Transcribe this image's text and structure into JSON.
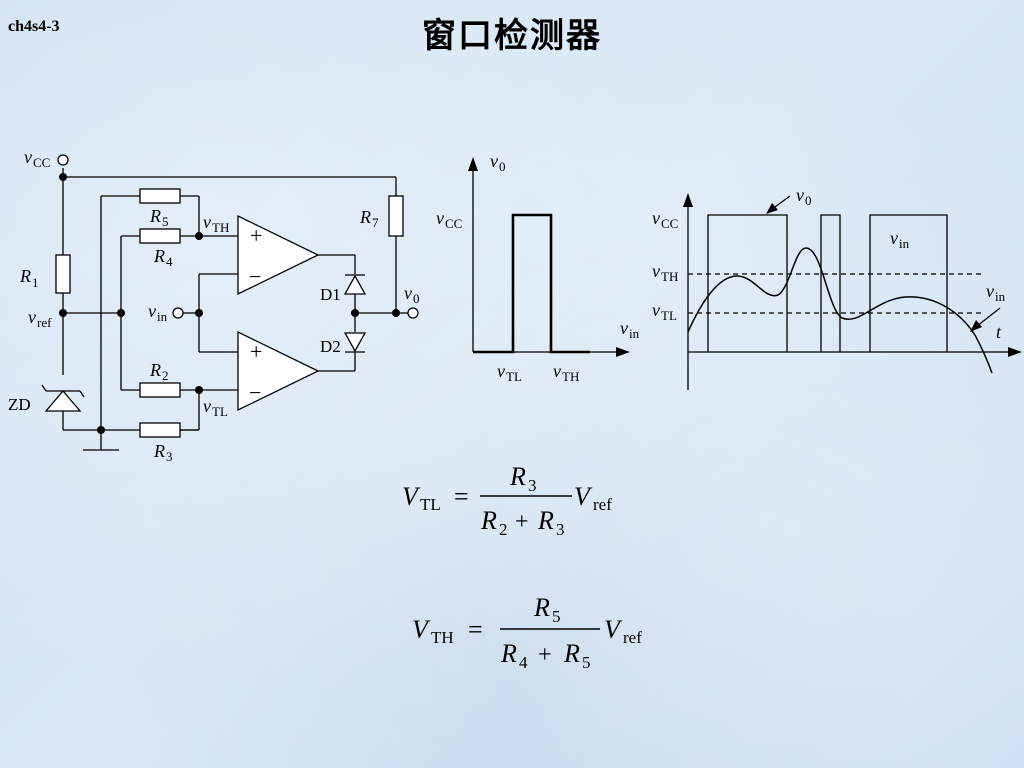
{
  "slide": {
    "tag": "ch4s4-3",
    "title": "窗口检测器"
  },
  "circuit": {
    "vcc": "CC",
    "vref": "ref",
    "vin": "in",
    "vth": "TH",
    "vtl": "TL",
    "v0": "0",
    "r1": "1",
    "r2": "2",
    "r3": "3",
    "r4": "4",
    "r5": "5",
    "r7": "7",
    "zd": "ZD",
    "d1": "D1",
    "d2": "D2",
    "plus": "+",
    "minus": "−"
  },
  "transfer_plot": {
    "y_label_sub": "0",
    "vcc_sub": "CC",
    "x_label_sub": "in",
    "vtl_sub": "TL",
    "vth_sub": "TH"
  },
  "time_plot": {
    "v0_sub": "0",
    "vcc_sub": "CC",
    "vth_sub": "TH",
    "vtl_sub": "TL",
    "vin_sub": "in",
    "t_label": "t"
  },
  "formulas": {
    "f1": {
      "lhs_sub": "TL",
      "num": "R",
      "num_sub": "3",
      "den_a_sub": "2",
      "den_b_sub": "3",
      "v_sub": "ref"
    },
    "f2": {
      "lhs_sub": "TH",
      "num": "R",
      "num_sub": "5",
      "den_a_sub": "4",
      "den_b_sub": "5",
      "v_sub": "ref"
    },
    "eq": "=",
    "plus": "+",
    "V": "V",
    "R": "R"
  }
}
